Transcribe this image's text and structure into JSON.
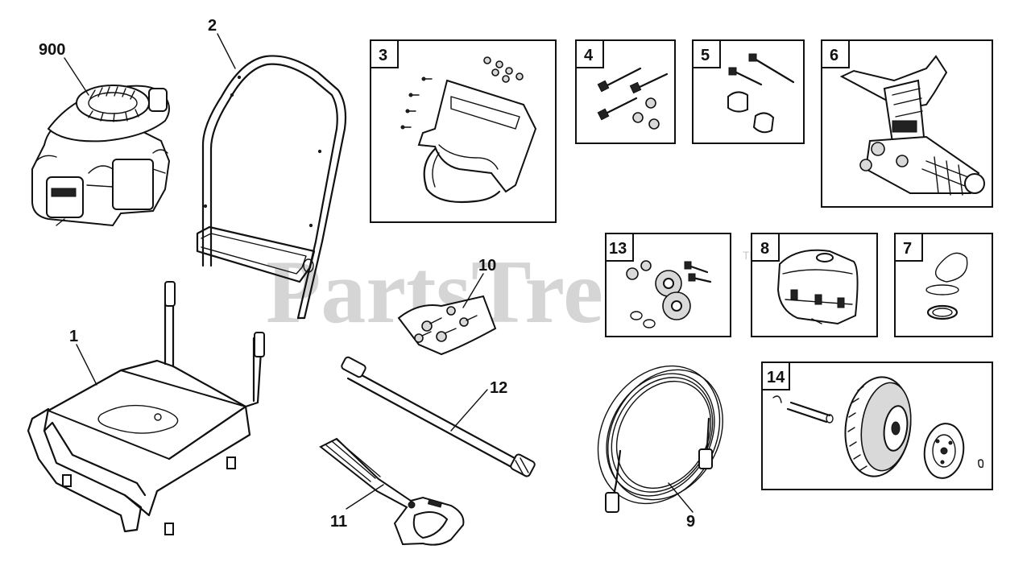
{
  "watermark": {
    "text": "PartsTree",
    "trademark": "TM"
  },
  "callouts": {
    "engine": "900",
    "handle": "2",
    "base_frame": "1",
    "hardware_bag": "10",
    "lance": "12",
    "gun": "11",
    "hose": "9"
  },
  "boxes": {
    "bracket": "3",
    "bolts": "4",
    "bolts_knobs": "5",
    "pump": "6",
    "wheel_hardware": "13",
    "tank": "8",
    "orings": "7",
    "wheel_kit": "14"
  }
}
